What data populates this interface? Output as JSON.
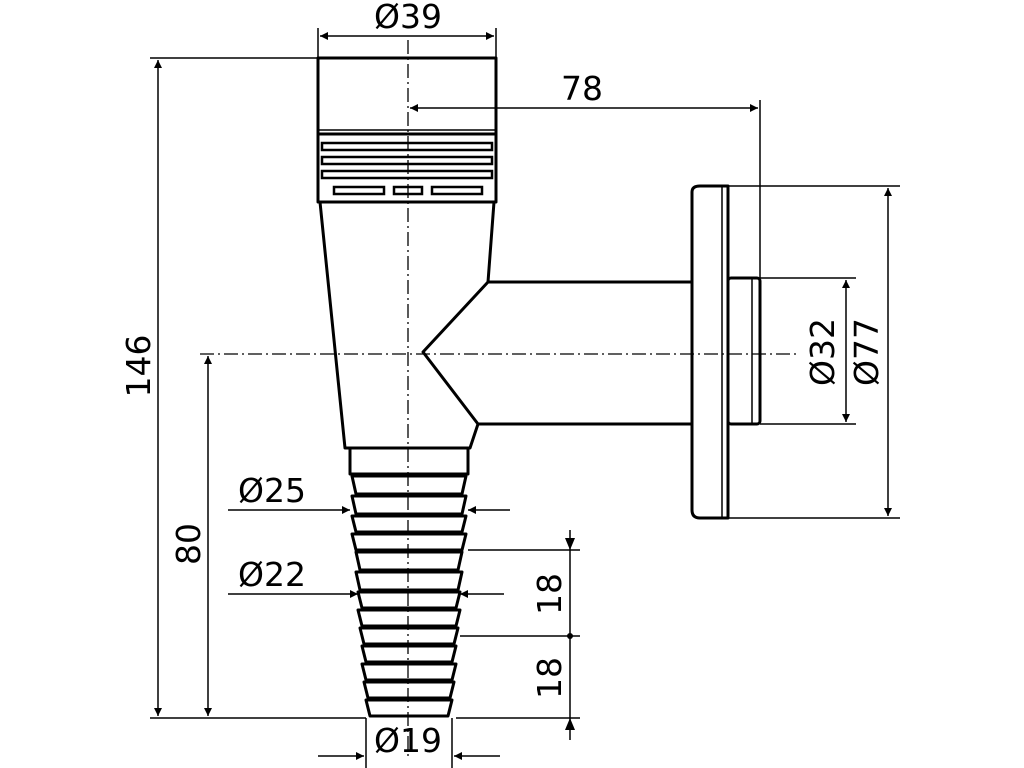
{
  "dimensions": {
    "top_diameter": "Ø39",
    "offset": "78",
    "total_height": "146",
    "outlet_diameter": "Ø32",
    "flange_diameter": "Ø77",
    "lower_height": "80",
    "hose_diameter_large": "Ø25",
    "hose_diameter_medium": "Ø22",
    "step_upper": "18",
    "step_lower": "18",
    "bottom_diameter": "Ø19"
  }
}
